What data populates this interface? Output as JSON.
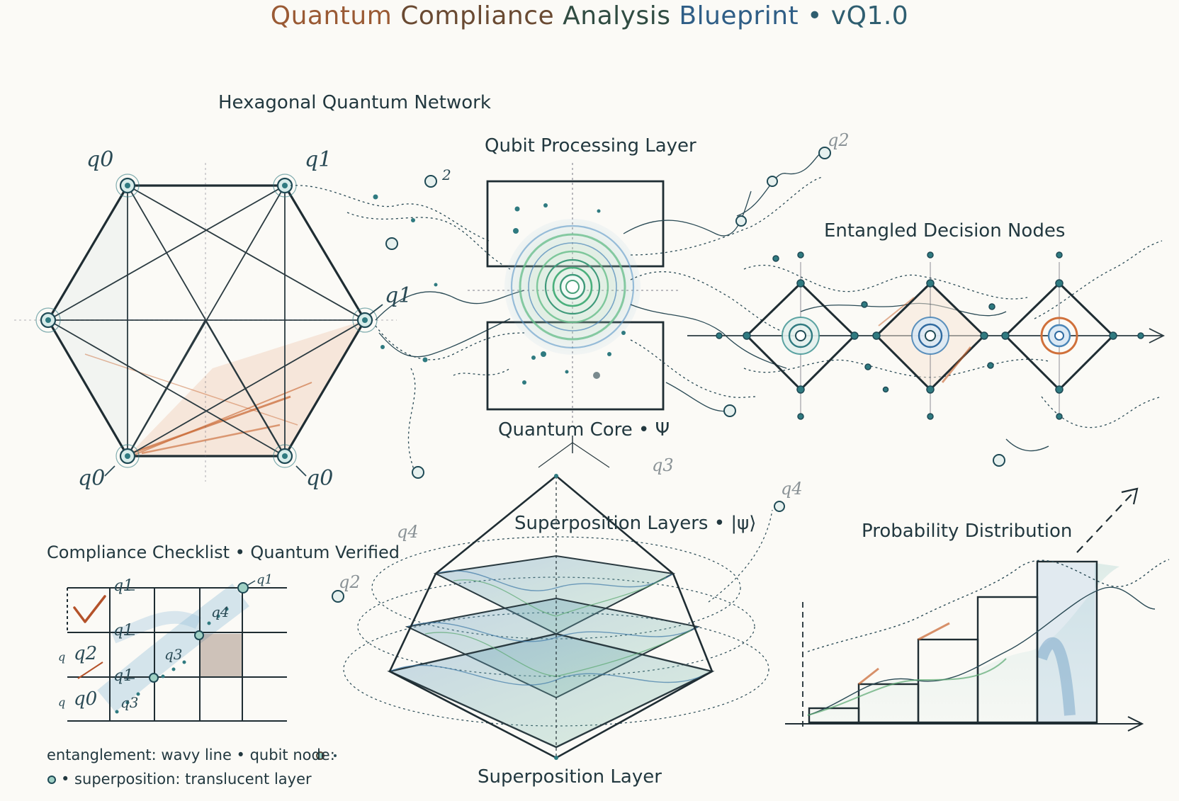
{
  "title": {
    "w1": "Quantum",
    "w2": "Compliance",
    "w3": "Analysis",
    "w4": "Blueprint",
    "sep": "•",
    "version": "vQ1.0"
  },
  "sections": {
    "hex_network": "Hexagonal Quantum Network",
    "qubit_layer": "Qubit Processing Layer",
    "entangled_nodes": "Entangled Decision Nodes",
    "quantum_core": "Quantum Core • Ψ",
    "superposition_layers": "Superposition Layers • |ψ⟩",
    "superposition_layer": "Superposition Layer",
    "probability": "Probability Distribution",
    "checklist": "Compliance Checklist • Quantum Verified"
  },
  "hex_labels": {
    "top_left": "q0",
    "top_right": "q1",
    "right": "q1",
    "bottom_left": "q0",
    "bottom_right": "q0"
  },
  "floating_labels": {
    "q2_a": "2",
    "q2_b": "q2",
    "q3": "q3",
    "q4_left": "q4",
    "q4_right": "q4",
    "q2_check": "q2"
  },
  "checklist": {
    "row_labels": [
      "q1",
      "q1",
      "q1"
    ],
    "left_labels": [
      "q2",
      "q0"
    ],
    "left_small": [
      "q",
      "q"
    ],
    "diag_labels": [
      "q4",
      "q3",
      "q3",
      "q1"
    ]
  },
  "legend": {
    "line1": "entanglement: wavy line • qubit node:",
    "line2": "• superposition: translucent layer"
  },
  "colors": {
    "ink": "#22383f",
    "teal": "#2f7a80",
    "orange": "#c8642e",
    "blue": "#4a86b8",
    "green": "#5aa870"
  }
}
